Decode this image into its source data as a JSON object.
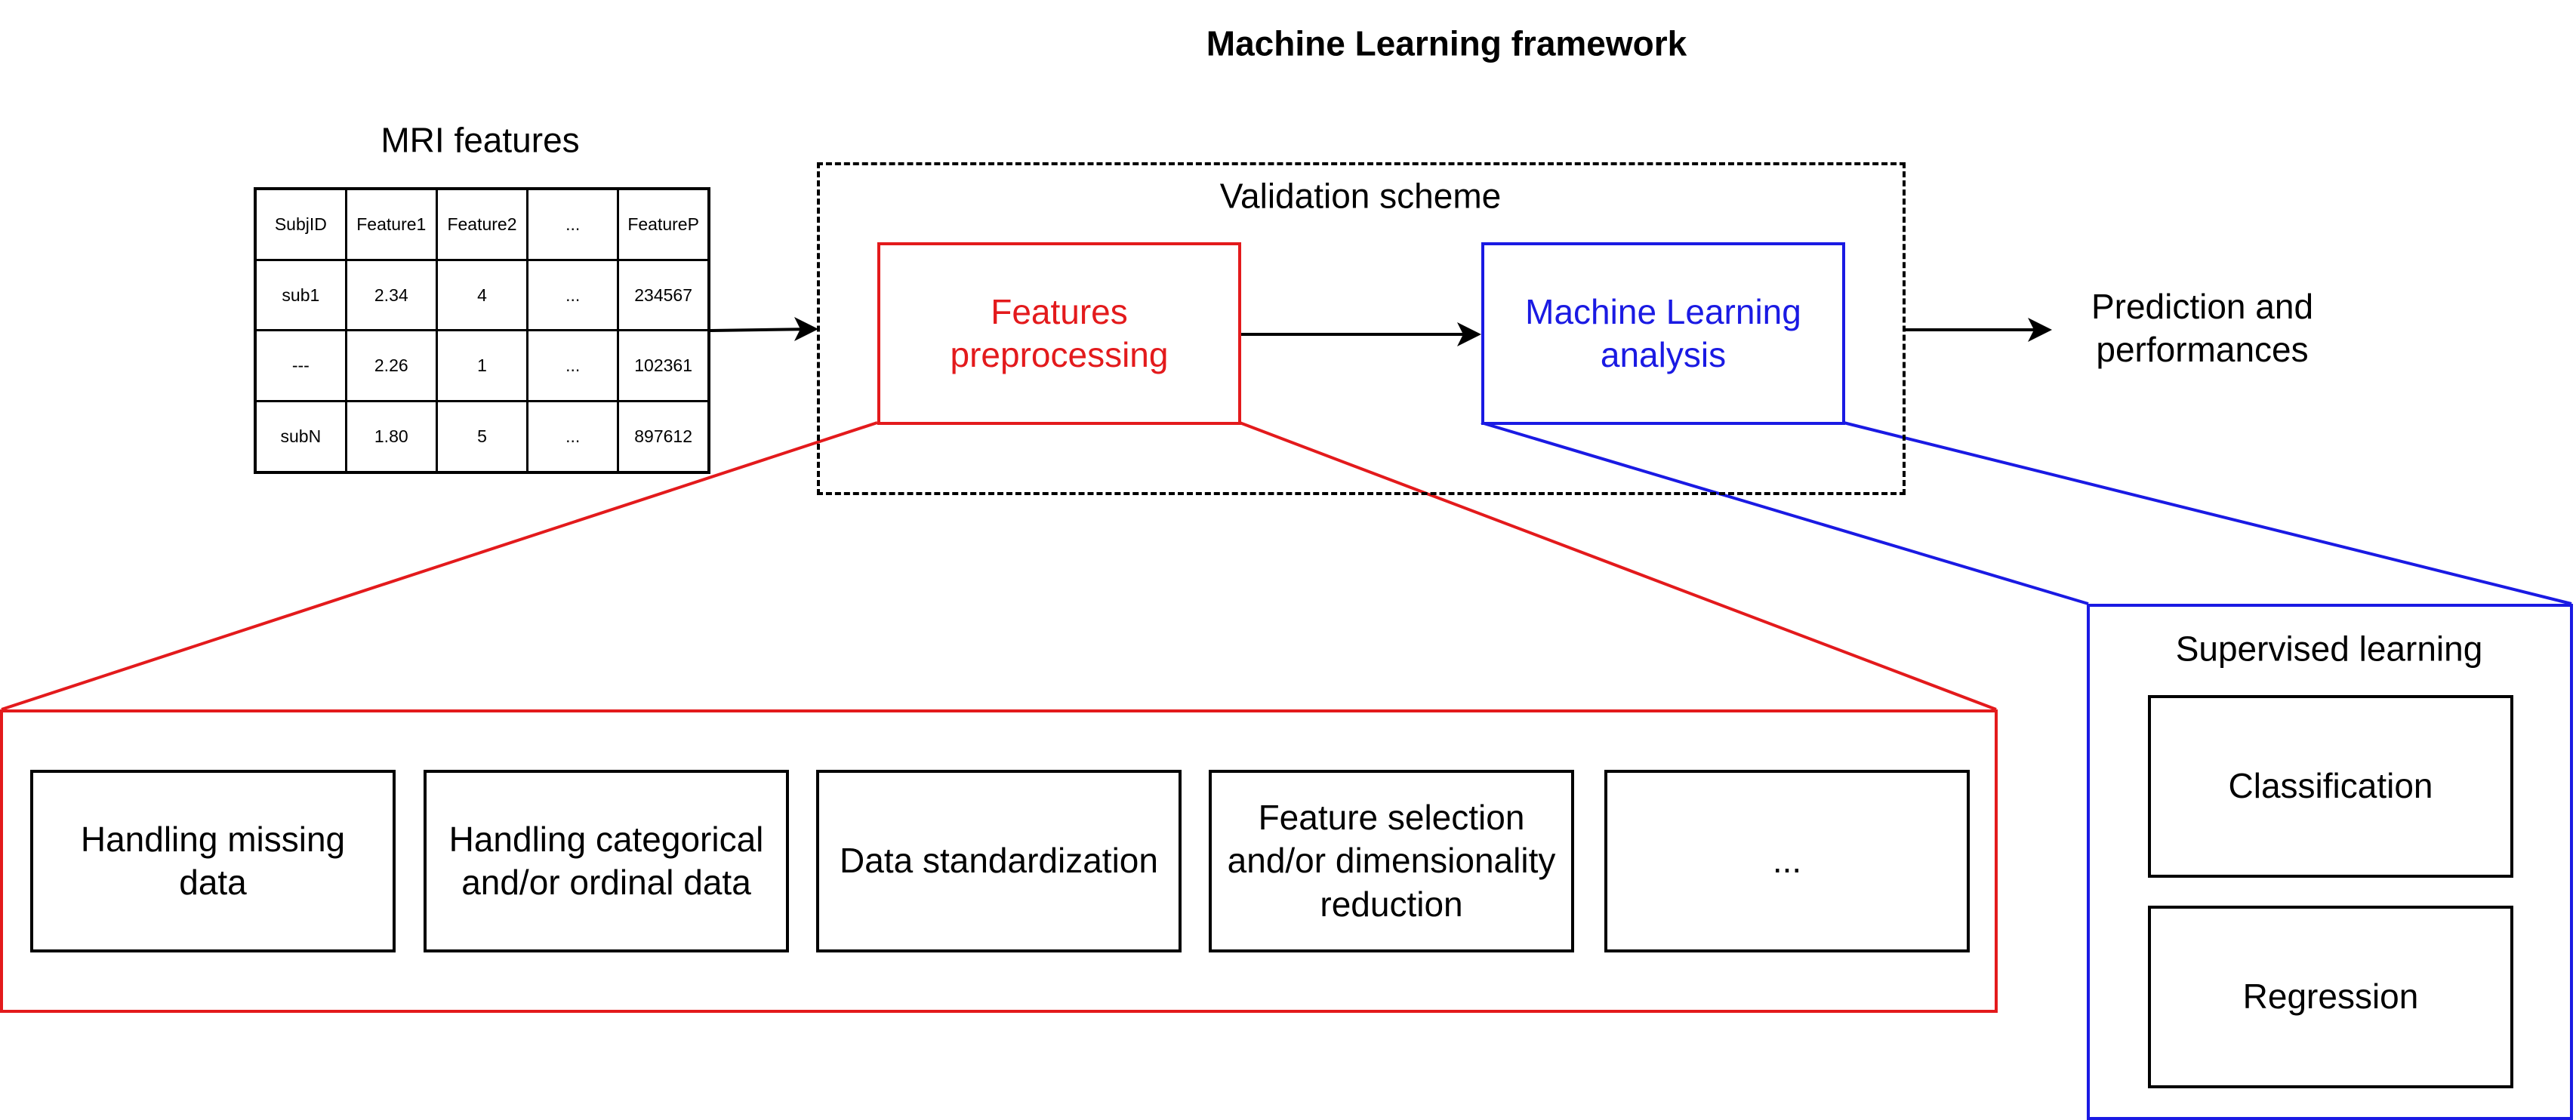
{
  "title": "Machine Learning framework",
  "mri": {
    "title": "MRI features",
    "rows": [
      [
        "SubjID",
        "Feature1",
        "Feature2",
        "...",
        "FeatureP"
      ],
      [
        "sub1",
        "2.34",
        "4",
        "...",
        "234567"
      ],
      [
        "---",
        "2.26",
        "1",
        "...",
        "102361"
      ],
      [
        "subN",
        "1.80",
        "5",
        "...",
        "897612"
      ]
    ]
  },
  "validation": {
    "label": "Validation scheme"
  },
  "preprocessing": {
    "label": "Features preprocessing",
    "color": "#e31a1c",
    "steps": [
      "Handling missing data",
      "Handling categorical and/or ordinal data",
      "Data standardization",
      "Feature selection and/or dimensionality reduction",
      "..."
    ]
  },
  "ml": {
    "label": "Machine Learning analysis",
    "color": "#1a1ae3"
  },
  "output": {
    "label": "Prediction and performances"
  },
  "supervised": {
    "label": "Supervised learning",
    "items": [
      "Classification",
      "Regression"
    ]
  }
}
